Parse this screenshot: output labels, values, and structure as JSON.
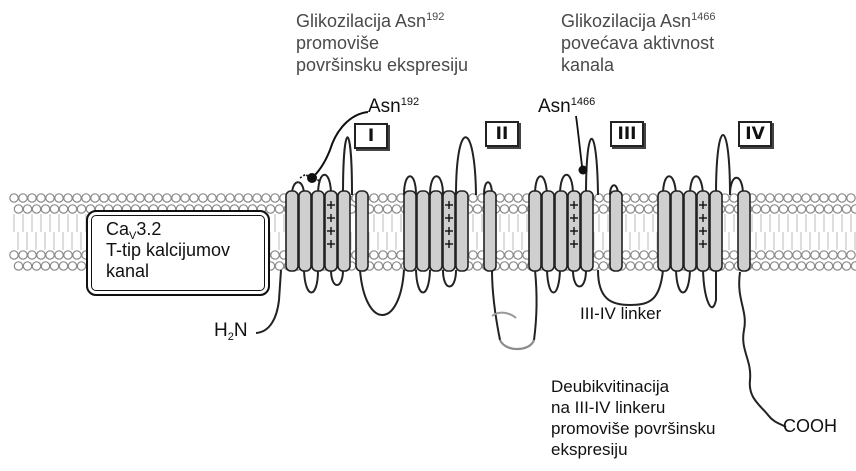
{
  "labels": {
    "glyco192": {
      "lines": [
        "Glikozilacija Asn",
        "promoviše",
        "površinsku ekspresiju"
      ],
      "sup": "192"
    },
    "glyco1466": {
      "lines": [
        "Glikozilacija Asn",
        "povećava aktivnost",
        "kanala"
      ],
      "sup": "1466"
    },
    "asn192": {
      "text": "Asn",
      "sup": "192"
    },
    "asn1466": {
      "text": "Asn",
      "sup": "1466"
    },
    "amino_terminus": {
      "h": "H",
      "sub": "2",
      "n": "N"
    },
    "carboxy_terminus": "COOH",
    "linker": "III-IV linker",
    "deubiq": {
      "lines": [
        "Deubikvitinacija",
        "na III-IV linkeru",
        "promoviše površinsku",
        "ekspresiju"
      ]
    }
  },
  "channel_box": {
    "name_main": "Ca",
    "name_sub": "V",
    "name_rest": "3.2",
    "line2": "T-tip kalcijumov",
    "line3": "kanal"
  },
  "domains": [
    "I",
    "II",
    "III",
    "IV"
  ]
}
